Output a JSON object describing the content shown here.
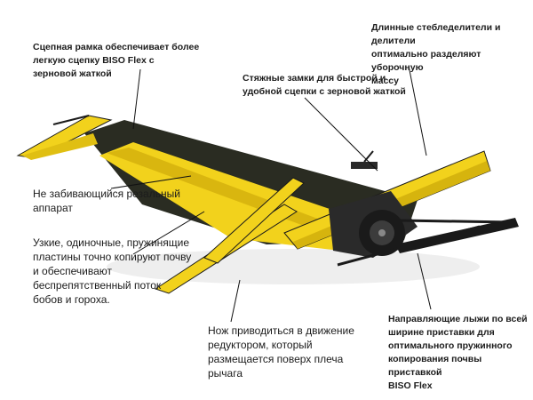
{
  "callouts": {
    "frame": "Сцепная рамка обеспечивает более\nлегкую сцепку BISO Flex с\nзерновой жаткой",
    "locks": "Стяжные замки для быстрой и\nудобной сцепки с зерновой жаткой",
    "dividers": "Длинные стебледелители и делители\nоптимально разделяют уборочную\nмассу",
    "cutter": "Не забивающийся резальный\nаппарат",
    "fingers": "Узкие, одиночные, пружинящие\nпластины точно копируют почву\nи обеспечивают\nбеспрепятственный поток\nбобов и гороха.",
    "drive": "Нож приводиться в движение\nредуктором, который\nразмещается поверх плеча\nрычага",
    "skis": "Направляющие лыжи по всей\nширине приставки для\nоптимального пружинного\nкопирования почвы приставкой\nBISO Flex"
  },
  "colors": {
    "body_yellow": "#f2d21c",
    "body_dark": "#2a2c22",
    "metal_dark": "#1a1a1a",
    "leader": "#111111"
  }
}
